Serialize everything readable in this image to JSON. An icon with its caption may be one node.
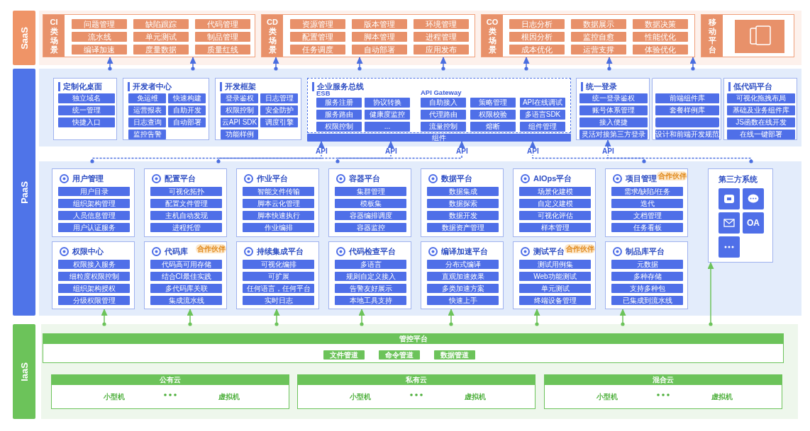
{
  "diagram": {
    "nodes": [
      {
        "text": [
          "SaaS"
        ]
      },
      {
        "text": [],
        "shape": "band"
      },
      {
        "text": [
          "CI类场景"
        ],
        "in": 1
      },
      {
        "text": [
          "问题管理"
        ],
        "in": 2
      },
      {
        "text": [
          "缺陷跟踪"
        ],
        "in": 2
      },
      {
        "text": [
          "代码管理"
        ],
        "in": 2
      },
      {
        "text": [
          "流水线"
        ],
        "in": 2
      },
      {
        "text": [
          "单元测试"
        ],
        "in": 2
      },
      {
        "text": [
          "制品管理"
        ],
        "in": 2
      },
      {
        "text": [
          "编译加速"
        ],
        "in": 2
      },
      {
        "text": [
          "度量数据"
        ],
        "in": 2
      },
      {
        "text": [
          "质量红线"
        ],
        "in": 2
      },
      {
        "text": [
          "CD类场景"
        ],
        "in": 1
      },
      {
        "text": [
          "资源管理"
        ],
        "in": 12
      },
      {
        "text": [
          "版本管理"
        ],
        "in": 12
      },
      {
        "text": [
          "环境管理"
        ],
        "in": 12
      },
      {
        "text": [
          "配置管理"
        ],
        "in": 12
      },
      {
        "text": [
          "脚本管理"
        ],
        "in": 12
      },
      {
        "text": [
          "进程管理"
        ],
        "in": 12
      },
      {
        "text": [
          "任务调度"
        ],
        "in": 12
      },
      {
        "text": [
          "自动部署"
        ],
        "in": 12
      },
      {
        "text": [
          "应用发布"
        ],
        "in": 12
      },
      {
        "text": [
          "CO类场景"
        ],
        "in": 1
      },
      {
        "text": [
          "日志分析"
        ],
        "in": 22
      },
      {
        "text": [
          "数据展示"
        ],
        "in": 22
      },
      {
        "text": [
          "数据决策"
        ],
        "in": 22
      },
      {
        "text": [
          "根因分析"
        ],
        "in": 22
      },
      {
        "text": [
          "监控自愈"
        ],
        "in": 22
      },
      {
        "text": [
          "性能优化"
        ],
        "in": 22
      },
      {
        "text": [
          "成本优化"
        ],
        "in": 22
      },
      {
        "text": [
          "运营支撑"
        ],
        "in": 22
      },
      {
        "text": [
          "体验优化"
        ],
        "in": 22
      },
      {
        "text": [
          "移动平台"
        ],
        "in": 1
      },
      {
        "text": [
          "PaaS"
        ]
      },
      {
        "text": [],
        "shape": "band"
      },
      {
        "text": [
          "定制化桌面"
        ],
        "in": 34
      },
      {
        "text": [
          "独立域名"
        ],
        "in": 35
      },
      {
        "text": [
          "统一管理"
        ],
        "in": 35
      },
      {
        "text": [
          "快捷入口"
        ],
        "in": 35
      },
      {
        "text": [
          "开发者中心"
        ],
        "in": 34
      },
      {
        "text": [
          "免运维"
        ],
        "in": 39
      },
      {
        "text": [
          "快速构建"
        ],
        "in": 39
      },
      {
        "text": [
          "运营报表"
        ],
        "in": 39
      },
      {
        "text": [
          "自助开发"
        ],
        "in": 39
      },
      {
        "text": [
          "日志查询"
        ],
        "in": 39
      },
      {
        "text": [
          "自动部署"
        ],
        "in": 39
      },
      {
        "text": [
          "监控告警"
        ],
        "in": 39
      },
      {
        "text": [
          "开发框架"
        ],
        "in": 34
      },
      {
        "text": [
          "登录鉴权"
        ],
        "in": 47
      },
      {
        "text": [
          "日志管理"
        ],
        "in": 47
      },
      {
        "text": [
          "权限控制"
        ],
        "in": 47
      },
      {
        "text": [
          "安全防护"
        ],
        "in": 47
      },
      {
        "text": [
          "云API SDK"
        ],
        "in": 47
      },
      {
        "text": [
          "调度引擎"
        ],
        "in": 47
      },
      {
        "text": [
          "功能样例"
        ],
        "in": 47
      },
      {
        "text": [
          "企业服务总线",
          "ESB",
          "API Gateway"
        ],
        "in": 34
      },
      {
        "text": [
          "服务注册"
        ],
        "in": 55
      },
      {
        "text": [
          "协议转换"
        ],
        "in": 55
      },
      {
        "text": [
          "服务路由"
        ],
        "in": 55
      },
      {
        "text": [
          "健康度监控"
        ],
        "in": 55
      },
      {
        "text": [
          "权限控制"
        ],
        "in": 55
      },
      {
        "text": [
          "..."
        ],
        "in": 55
      },
      {
        "text": [
          "自助接入"
        ],
        "in": 55
      },
      {
        "text": [
          "策略管理"
        ],
        "in": 55
      },
      {
        "text": [
          "API在线调试"
        ],
        "in": 55
      },
      {
        "text": [
          "代理路由"
        ],
        "in": 55
      },
      {
        "text": [
          "权限校验"
        ],
        "in": 55
      },
      {
        "text": [
          "多语言SDK"
        ],
        "in": 55
      },
      {
        "text": [
          "流量控制"
        ],
        "in": 55
      },
      {
        "text": [
          "熔断"
        ],
        "in": 55
      },
      {
        "text": [
          "组件管理"
        ],
        "in": 55
      },
      {
        "text": [
          "组件"
        ],
        "in": 34
      },
      {
        "text": [
          "统一登录"
        ],
        "in": 34
      },
      {
        "text": [
          "统一登录鉴权"
        ],
        "in": 72
      },
      {
        "text": [
          "账号体系管理"
        ],
        "in": 72
      },
      {
        "text": [
          "接入便捷"
        ],
        "in": 72
      },
      {
        "text": [
          "灵活对接第三方登录"
        ],
        "in": 72
      },
      {
        "text": [],
        "shape": "box",
        "in": 34
      },
      {
        "text": [
          "前端组件库"
        ],
        "in": 77
      },
      {
        "text": [
          "套餐样例库"
        ],
        "in": 77
      },
      {
        "text": [],
        "shape": "box",
        "in": 77
      },
      {
        "text": [
          "设计和前端开发规范"
        ],
        "in": 77
      },
      {
        "text": [
          "低代码平台"
        ],
        "in": 34
      },
      {
        "text": [
          "可视化拖拽布局"
        ],
        "in": 82
      },
      {
        "text": [
          "基础及业务组件库"
        ],
        "in": 82
      },
      {
        "text": [
          "JS函数在线开发"
        ],
        "in": 82
      },
      {
        "text": [
          "在线一键部署"
        ],
        "in": 82
      },
      {
        "text": [],
        "shape": "band"
      },
      {
        "text": [
          "用户管理"
        ],
        "in": 87
      },
      {
        "text": [
          "用户目录"
        ],
        "in": 88
      },
      {
        "text": [
          "组织架构管理"
        ],
        "in": 88
      },
      {
        "text": [
          "人员信息管理"
        ],
        "in": 88
      },
      {
        "text": [
          "用户认证服务"
        ],
        "in": 88
      },
      {
        "text": [
          "配置平台"
        ],
        "in": 87
      },
      {
        "text": [
          "可视化拓扑"
        ],
        "in": 93
      },
      {
        "text": [
          "配置文件管理"
        ],
        "in": 93
      },
      {
        "text": [
          "主机自动发现"
        ],
        "in": 93
      },
      {
        "text": [
          "进程托管"
        ],
        "in": 93
      },
      {
        "text": [
          "作业平台"
        ],
        "in": 87
      },
      {
        "text": [
          "智能文件传输"
        ],
        "in": 98
      },
      {
        "text": [
          "脚本云化管理"
        ],
        "in": 98
      },
      {
        "text": [
          "脚本快速执行"
        ],
        "in": 98
      },
      {
        "text": [
          "作业编排"
        ],
        "in": 98
      },
      {
        "text": [
          "容器平台"
        ],
        "in": 87
      },
      {
        "text": [
          "集群管理"
        ],
        "in": 103
      },
      {
        "text": [
          "模板集"
        ],
        "in": 103
      },
      {
        "text": [
          "容器编排调度"
        ],
        "in": 103
      },
      {
        "text": [
          "容器监控"
        ],
        "in": 103
      },
      {
        "text": [
          "数据平台"
        ],
        "in": 87
      },
      {
        "text": [
          "数据集成"
        ],
        "in": 108
      },
      {
        "text": [
          "数据探索"
        ],
        "in": 108
      },
      {
        "text": [
          "数据开发"
        ],
        "in": 108
      },
      {
        "text": [
          "数据资产管理"
        ],
        "in": 108
      },
      {
        "text": [
          "AIOps平台"
        ],
        "in": 87
      },
      {
        "text": [
          "场景化建模"
        ],
        "in": 113
      },
      {
        "text": [
          "自定义建模"
        ],
        "in": 113
      },
      {
        "text": [
          "可视化评估"
        ],
        "in": 113
      },
      {
        "text": [
          "样本管理"
        ],
        "in": 113
      },
      {
        "text": [
          "项目管理"
        ],
        "in": 87
      },
      {
        "text": [
          "合作伙伴"
        ],
        "in": 118
      },
      {
        "text": [
          "需求/缺陷/任务"
        ],
        "in": 118
      },
      {
        "text": [
          "迭代"
        ],
        "in": 118
      },
      {
        "text": [
          "文档管理"
        ],
        "in": 118
      },
      {
        "text": [
          "任务看板"
        ],
        "in": 118
      },
      {
        "text": [
          "第三方系统"
        ],
        "in": 87
      },
      {
        "text": [],
        "shape": "box",
        "in": 124
      },
      {
        "text": [],
        "shape": "box",
        "in": 124
      },
      {
        "text": [],
        "shape": "box",
        "in": 124
      },
      {
        "text": [
          "OA"
        ],
        "in": 124
      },
      {
        "text": [],
        "shape": "box",
        "in": 124
      },
      {
        "text": [
          "权限中心"
        ],
        "in": 87
      },
      {
        "text": [
          "权限接入服务"
        ],
        "in": 130
      },
      {
        "text": [
          "细粒度权限控制"
        ],
        "in": 130
      },
      {
        "text": [
          "组织架构授权"
        ],
        "in": 130
      },
      {
        "text": [
          "分级权限管理"
        ],
        "in": 130
      },
      {
        "text": [
          "代码库"
        ],
        "in": 87
      },
      {
        "text": [
          "合作伙伴"
        ],
        "in": 135
      },
      {
        "text": [
          "代码高可用存储"
        ],
        "in": 135
      },
      {
        "text": [
          "结合CI最佳实践"
        ],
        "in": 135
      },
      {
        "text": [
          "多代码库关联"
        ],
        "in": 135
      },
      {
        "text": [
          "集成流水线"
        ],
        "in": 135
      },
      {
        "text": [
          "持续集成平台"
        ],
        "in": 87
      },
      {
        "text": [
          "可视化编排"
        ],
        "in": 141
      },
      {
        "text": [
          "可扩展"
        ],
        "in": 141
      },
      {
        "text": [
          "任何语言，任何平台"
        ],
        "in": 141
      },
      {
        "text": [
          "实时日志"
        ],
        "in": 141
      },
      {
        "text": [
          "代码检查平台"
        ],
        "in": 87
      },
      {
        "text": [
          "多语言"
        ],
        "in": 146
      },
      {
        "text": [
          "规则自定义接入"
        ],
        "in": 146
      },
      {
        "text": [
          "告警友好展示"
        ],
        "in": 146
      },
      {
        "text": [
          "本地工具支持"
        ],
        "in": 146
      },
      {
        "text": [
          "编译加速平台"
        ],
        "in": 87
      },
      {
        "text": [
          "分布式编译"
        ],
        "in": 151
      },
      {
        "text": [
          "直观加速效果"
        ],
        "in": 151
      },
      {
        "text": [
          "多类加速方案"
        ],
        "in": 151
      },
      {
        "text": [
          "快速上手"
        ],
        "in": 151
      },
      {
        "text": [
          "测试平台"
        ],
        "in": 87
      },
      {
        "text": [
          "合作伙伴"
        ],
        "in": 156
      },
      {
        "text": [
          "测试用例集"
        ],
        "in": 156
      },
      {
        "text": [
          "Web功能测试"
        ],
        "in": 156
      },
      {
        "text": [
          "单元测试"
        ],
        "in": 156
      },
      {
        "text": [
          "终端设备管理"
        ],
        "in": 156
      },
      {
        "text": [
          "制品库平台"
        ],
        "in": 87
      },
      {
        "text": [
          "元数据"
        ],
        "in": 162
      },
      {
        "text": [
          "多种存储"
        ],
        "in": 162
      },
      {
        "text": [
          "支持多种包"
        ],
        "in": 162
      },
      {
        "text": [
          "已集成到流水线"
        ],
        "in": 162
      },
      {
        "text": [
          "IaaS"
        ]
      },
      {
        "text": [],
        "shape": "band"
      },
      {
        "text": [
          "管控平台"
        ],
        "in": 168
      },
      {
        "text": [
          "文件管道"
        ],
        "in": 169
      },
      {
        "text": [
          "命令管道"
        ],
        "in": 169
      },
      {
        "text": [
          "数据管道"
        ],
        "in": 169
      },
      {
        "text": [
          "公有云"
        ],
        "in": 168
      },
      {
        "text": [
          "私有云"
        ],
        "in": 168
      },
      {
        "text": [
          "混合云"
        ],
        "in": 168
      }
    ],
    "edges": [
      {
        "from": 34,
        "to": 2,
        "arrow": "to"
      },
      {
        "from": 34,
        "to": 2,
        "arrow": "to"
      },
      {
        "from": 34,
        "to": 12,
        "arrow": "to"
      },
      {
        "from": 34,
        "to": 12,
        "arrow": "to"
      },
      {
        "from": 34,
        "to": 12,
        "arrow": "to"
      },
      {
        "from": 34,
        "to": 22,
        "arrow": "to"
      },
      {
        "from": 34,
        "to": 22,
        "arrow": "to"
      },
      {
        "from": 34,
        "to": 22,
        "arrow": "to"
      },
      {
        "from": 87,
        "to": 71,
        "arrow": "to",
        "label": "API",
        "style": "dashed"
      },
      {
        "from": 87,
        "to": 71,
        "arrow": "to",
        "label": "API",
        "style": "dashed"
      },
      {
        "from": 87,
        "to": 71,
        "arrow": "to",
        "label": "API",
        "style": "dashed"
      },
      {
        "from": 87,
        "to": 71,
        "arrow": "to",
        "label": "API",
        "style": "dashed"
      },
      {
        "from": 87,
        "to": 72,
        "arrow": "to",
        "label": "API",
        "style": "dashed"
      },
      {
        "from": 168,
        "to": 130,
        "arrow": "to",
        "color": "#6cc35a"
      },
      {
        "from": 168,
        "to": 135,
        "arrow": "to",
        "color": "#6cc35a"
      },
      {
        "from": 168,
        "to": 141,
        "arrow": "to",
        "color": "#6cc35a"
      },
      {
        "from": 168,
        "to": 146,
        "arrow": "to",
        "color": "#6cc35a"
      },
      {
        "from": 168,
        "to": 151,
        "arrow": "to",
        "color": "#6cc35a"
      },
      {
        "from": 168,
        "to": 156,
        "arrow": "to",
        "color": "#6cc35a"
      },
      {
        "from": 168,
        "to": 162,
        "arrow": "to",
        "color": "#6cc35a"
      },
      {
        "from": 168,
        "to": 124,
        "arrow": "to",
        "color": "#6cc35a"
      }
    ],
    "labels": [
      "小型机",
      "虚拟机",
      "小型机",
      "虚拟机",
      "小型机",
      "虚拟机"
    ]
  }
}
